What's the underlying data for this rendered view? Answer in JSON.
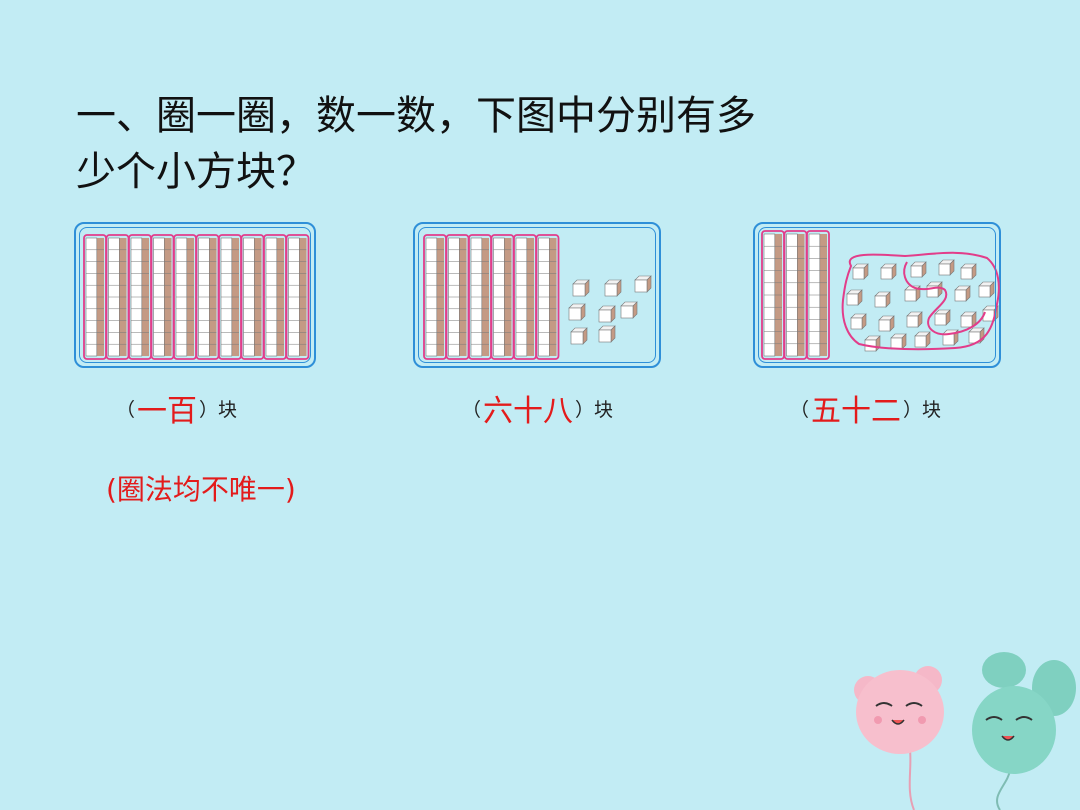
{
  "question": {
    "line1": "一、圈一圈，数一数，下图中分别有多",
    "line2": "少个小方块？"
  },
  "answers": [
    {
      "open": "（",
      "value": "一百",
      "close": "）",
      "unit": "块"
    },
    {
      "open": "（",
      "value": "六十八",
      "close": "）",
      "unit": "块"
    },
    {
      "open": "（",
      "value": "五十二",
      "close": "）",
      "unit": "块"
    }
  ],
  "note": "(圈法均不唯一)",
  "figures": [
    {
      "rods": 10,
      "cubes": 0
    },
    {
      "rods": 6,
      "cubes": 8
    },
    {
      "rods": 3,
      "cubes": 22
    }
  ],
  "colors": {
    "background": "#c2ecf4",
    "panel_border": "#2e8fd8",
    "circle": "#e23d8a",
    "answer": "#e31b1b",
    "cube_side": "#c49a84"
  }
}
